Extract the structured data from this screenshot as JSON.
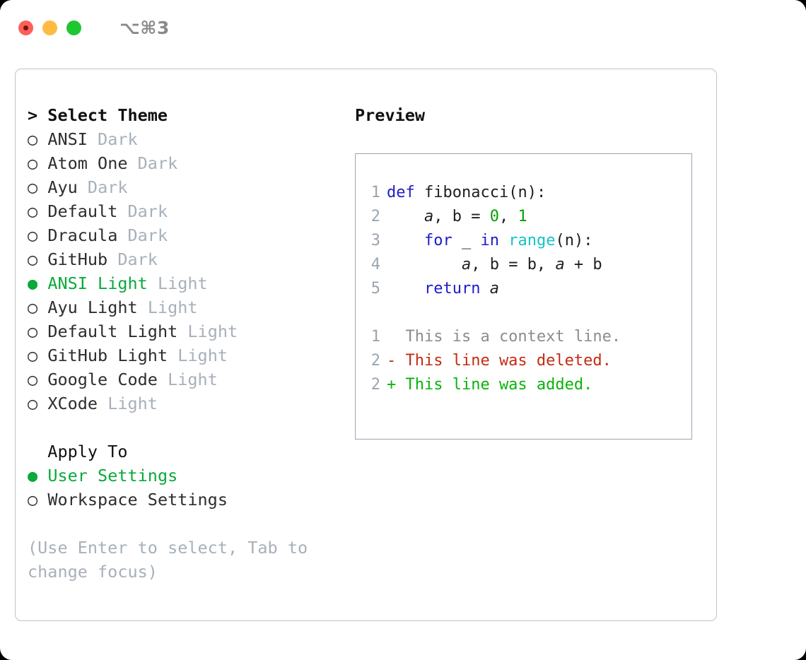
{
  "window": {
    "traffic_lights": [
      "close-light",
      "minimize-light",
      "maximize-light"
    ],
    "shortcut_label": "⌥⌘3",
    "colors": {
      "close": "#fc6058",
      "minimize": "#fdbc40",
      "maximize": "#1fc72f",
      "accent_green": "#09a93b",
      "muted": "#a7b0ba",
      "border": "#bfc3c9",
      "preview_border": "#9aa5b1"
    }
  },
  "theme_list": {
    "header": "> Select Theme",
    "items": [
      {
        "marker": "○",
        "label": "ANSI",
        "variant": "Dark",
        "selected": false
      },
      {
        "marker": "○",
        "label": "Atom One",
        "variant": "Dark",
        "selected": false
      },
      {
        "marker": "○",
        "label": "Ayu",
        "variant": "Dark",
        "selected": false
      },
      {
        "marker": "○",
        "label": "Default",
        "variant": "Dark",
        "selected": false
      },
      {
        "marker": "○",
        "label": "Dracula",
        "variant": "Dark",
        "selected": false
      },
      {
        "marker": "○",
        "label": "GitHub",
        "variant": "Dark",
        "selected": false
      },
      {
        "marker": "●",
        "label": "ANSI Light",
        "variant": "Light",
        "selected": true
      },
      {
        "marker": "○",
        "label": "Ayu Light",
        "variant": "Light",
        "selected": false
      },
      {
        "marker": "○",
        "label": "Default Light",
        "variant": "Light",
        "selected": false
      },
      {
        "marker": "○",
        "label": "GitHub Light",
        "variant": "Light",
        "selected": false
      },
      {
        "marker": "○",
        "label": "Google Code",
        "variant": "Light",
        "selected": false
      },
      {
        "marker": "○",
        "label": "XCode",
        "variant": "Light",
        "selected": false
      }
    ]
  },
  "apply_to": {
    "header": "  Apply To",
    "items": [
      {
        "marker": "●",
        "label": "User Settings",
        "selected": true
      },
      {
        "marker": "○",
        "label": "Workspace Settings",
        "selected": false
      }
    ]
  },
  "hint": "(Use Enter to select, Tab to change focus)",
  "preview": {
    "title": "Preview",
    "code_lines": [
      {
        "no": "1",
        "tokens": [
          {
            "t": "def ",
            "c": "t-kw"
          },
          {
            "t": "fibonacci",
            "c": "t-pl"
          },
          {
            "t": "(n):",
            "c": "t-pl"
          }
        ]
      },
      {
        "no": "2",
        "tokens": [
          {
            "t": "    ",
            "c": "t-pl"
          },
          {
            "t": "a",
            "c": "t-id"
          },
          {
            "t": ", ",
            "c": "t-pl"
          },
          {
            "t": "b",
            "c": "t-pl"
          },
          {
            "t": " = ",
            "c": "t-pl"
          },
          {
            "t": "0",
            "c": "t-num"
          },
          {
            "t": ", ",
            "c": "t-pl"
          },
          {
            "t": "1",
            "c": "t-num"
          }
        ]
      },
      {
        "no": "3",
        "tokens": [
          {
            "t": "    ",
            "c": "t-pl"
          },
          {
            "t": "for",
            "c": "t-kw"
          },
          {
            "t": " _ ",
            "c": "t-pl"
          },
          {
            "t": "in",
            "c": "t-kw"
          },
          {
            "t": " ",
            "c": "t-pl"
          },
          {
            "t": "range",
            "c": "t-fn"
          },
          {
            "t": "(n):",
            "c": "t-pl"
          }
        ]
      },
      {
        "no": "4",
        "tokens": [
          {
            "t": "        ",
            "c": "t-pl"
          },
          {
            "t": "a",
            "c": "t-id"
          },
          {
            "t": ", b = b, ",
            "c": "t-pl"
          },
          {
            "t": "a",
            "c": "t-id"
          },
          {
            "t": " + b",
            "c": "t-pl"
          }
        ]
      },
      {
        "no": "5",
        "tokens": [
          {
            "t": "    ",
            "c": "t-pl"
          },
          {
            "t": "return",
            "c": "t-kw"
          },
          {
            "t": " ",
            "c": "t-pl"
          },
          {
            "t": "a",
            "c": "t-id"
          }
        ]
      }
    ],
    "diff_lines": [
      {
        "no": "1",
        "text": "  This is a context line.",
        "c": "diff-ctx"
      },
      {
        "no": "2",
        "text": "- This line was deleted.",
        "c": "diff-del"
      },
      {
        "no": "2",
        "text": "+ This line was added.",
        "c": "diff-add"
      }
    ]
  }
}
